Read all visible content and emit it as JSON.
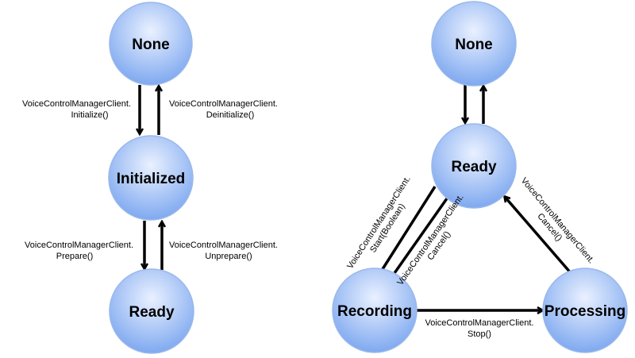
{
  "left_diagram": {
    "states": {
      "none": "None",
      "initialized": "Initialized",
      "ready": "Ready"
    },
    "transitions": {
      "initialize": {
        "line1": "VoiceControlManagerClient.",
        "line2": "Initialize()"
      },
      "deinitialize": {
        "line1": "VoiceControlManagerClient.",
        "line2": "Deinitialize()"
      },
      "prepare": {
        "line1": "VoiceControlManagerClient.",
        "line2": "Prepare()"
      },
      "unprepare": {
        "line1": "VoiceControlManagerClient.",
        "line2": "Unprepare()"
      }
    }
  },
  "right_diagram": {
    "states": {
      "none": "None",
      "ready": "Ready",
      "recording": "Recording",
      "processing": "Processing"
    },
    "transitions": {
      "start": {
        "line1": "VoiceControlManagerClient.",
        "line2": "Start(Boolean)"
      },
      "cancel_recording": {
        "line1": "VoiceControlManagerClient.",
        "line2": "Cancel()"
      },
      "cancel_processing": {
        "line1": "VoiceControlManagerClient.",
        "line2": "Cancel()"
      },
      "stop": {
        "line1": "VoiceControlManagerClient.",
        "line2": "Stop()"
      }
    }
  },
  "colors": {
    "node_fill_top": "#eaf1ff",
    "node_fill_bottom": "#7fa9f0",
    "node_stroke": "#9ab8ea",
    "arrow": "#000000"
  }
}
